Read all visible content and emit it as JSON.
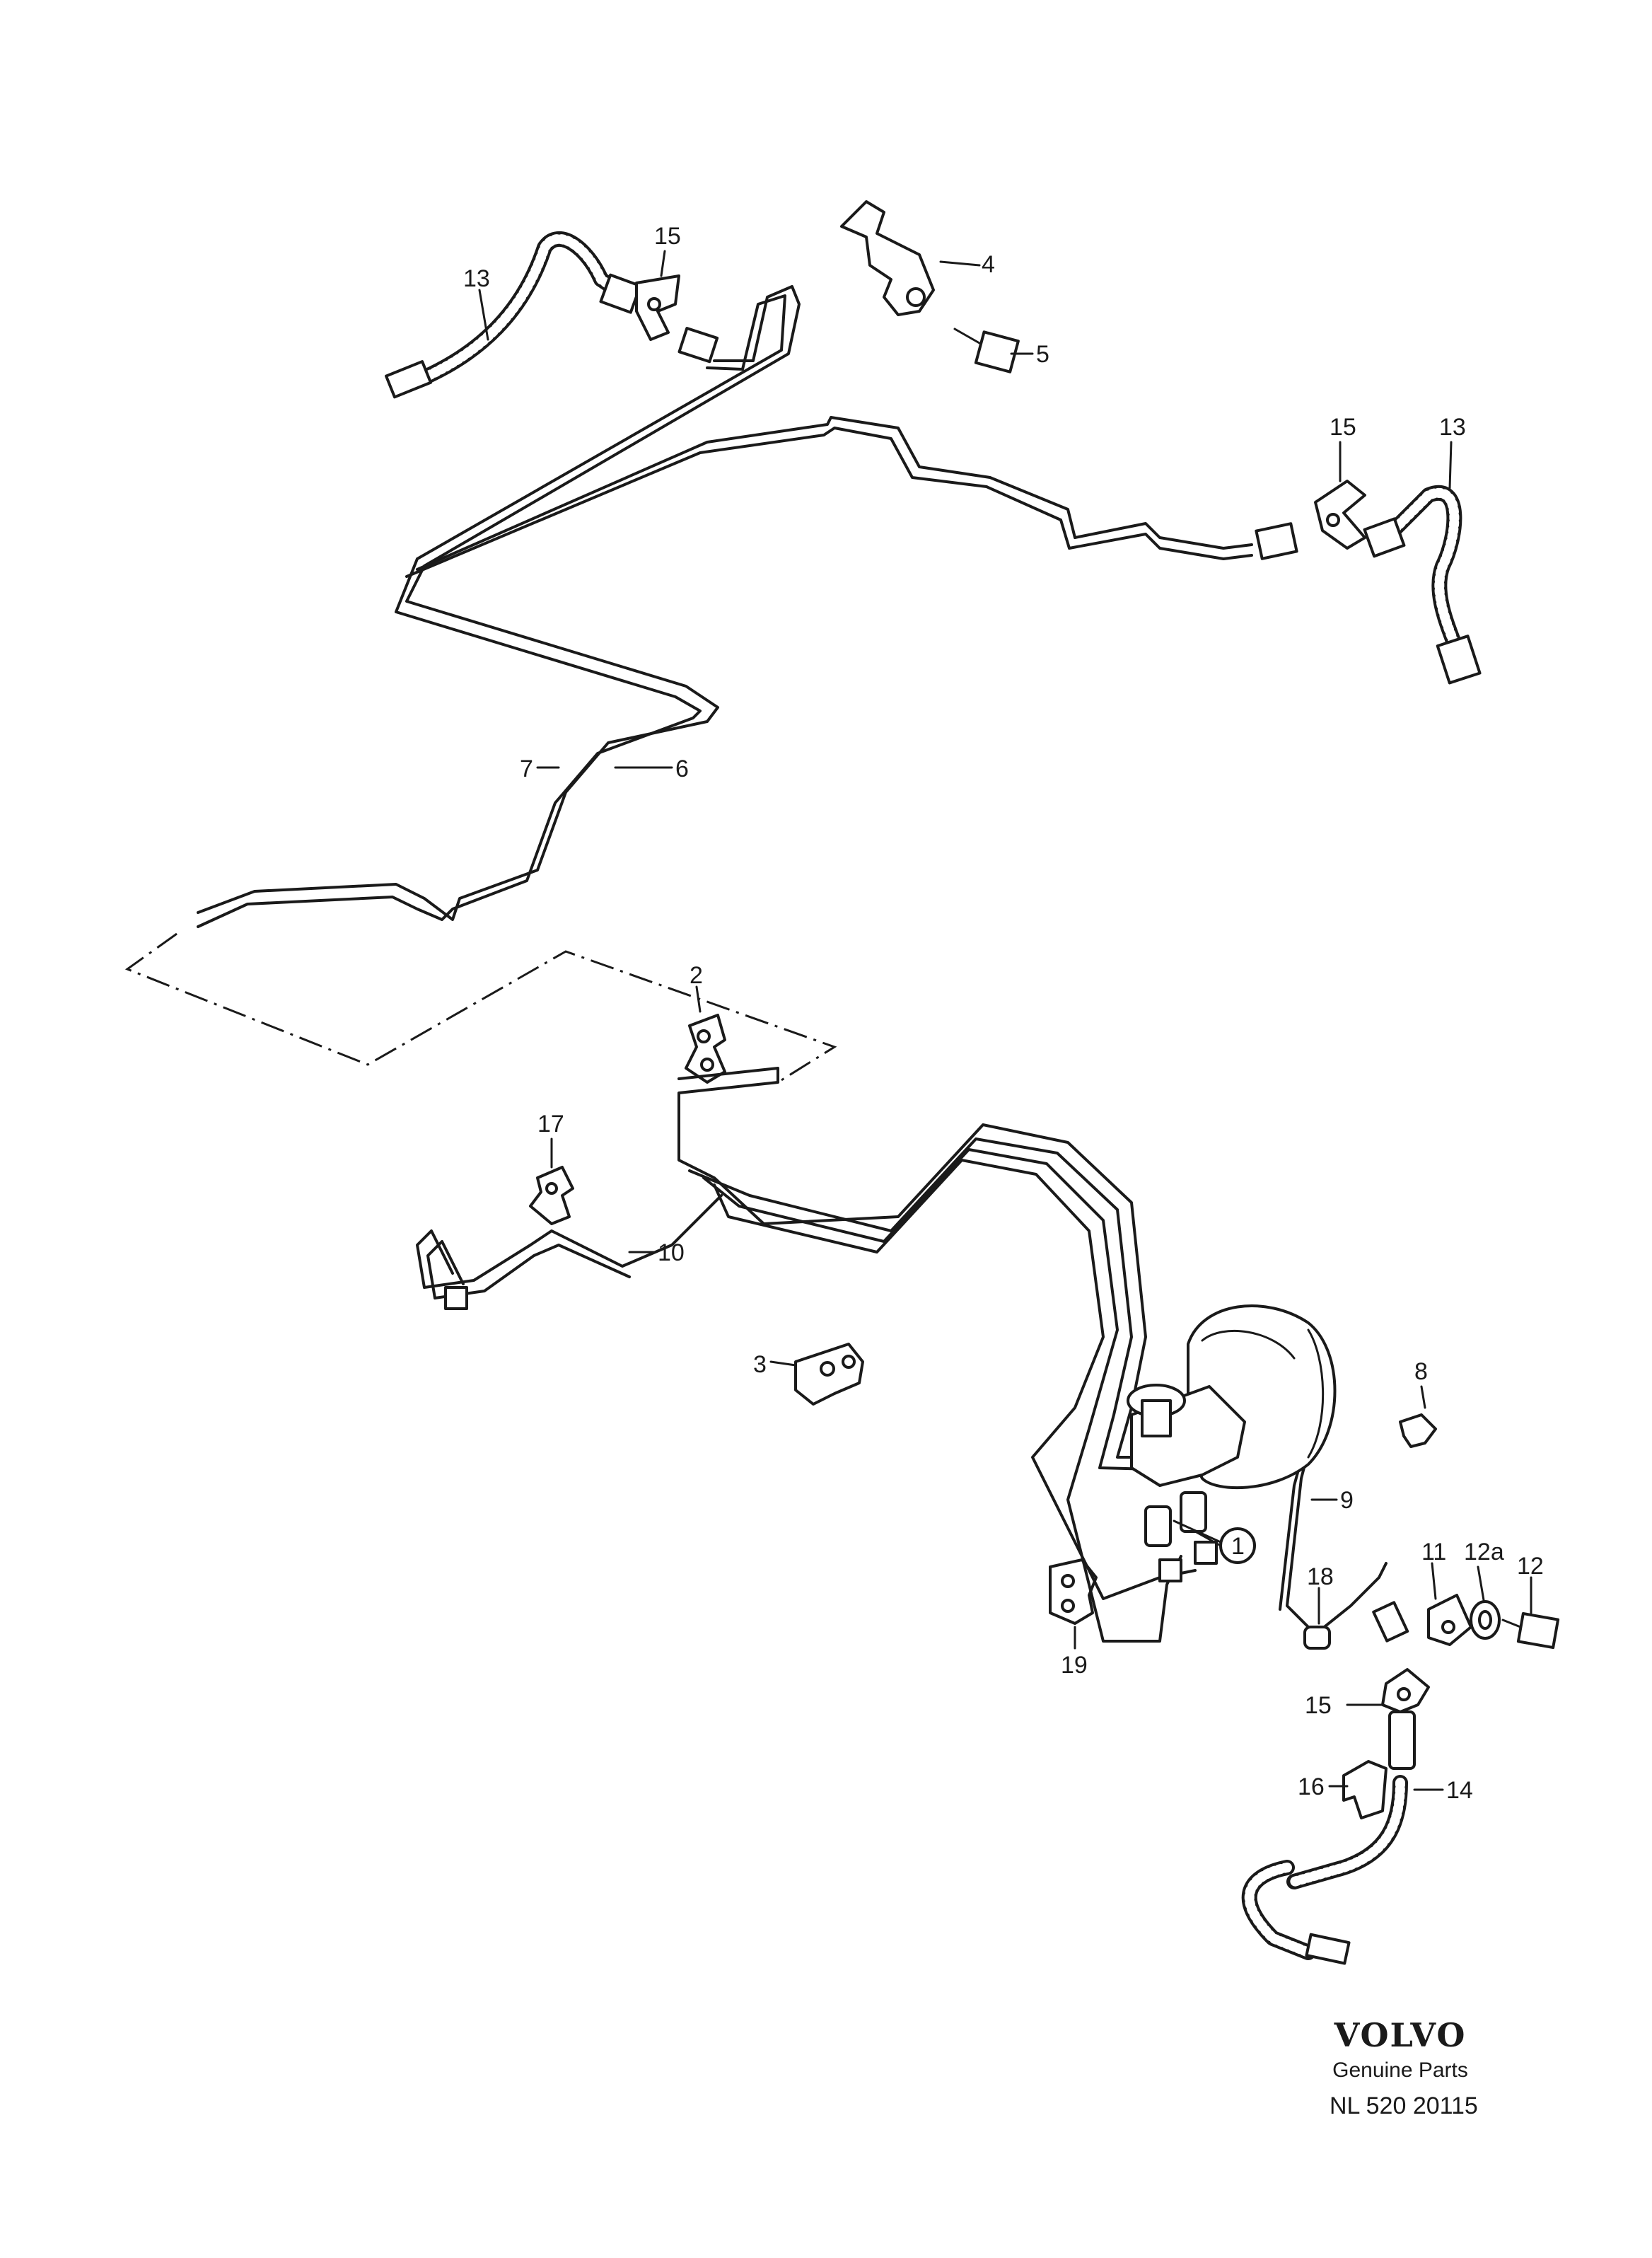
{
  "labels": {
    "p1": "1",
    "p2": "2",
    "p3": "3",
    "p4": "4",
    "p5": "5",
    "p6": "6",
    "p7": "7",
    "p8": "8",
    "p9": "9",
    "p10": "10",
    "p11": "11",
    "p12": "12",
    "p12a": "12a",
    "p13_left": "13",
    "p13_right": "13",
    "p14": "14",
    "p15_left": "15",
    "p15_right": "15",
    "p15_lower": "15",
    "p16": "16",
    "p17": "17",
    "p18": "18",
    "p19": "19"
  },
  "brand": {
    "logo": "VOLVO",
    "subtitle": "Genuine Parts",
    "code": "NL 520 20115"
  }
}
